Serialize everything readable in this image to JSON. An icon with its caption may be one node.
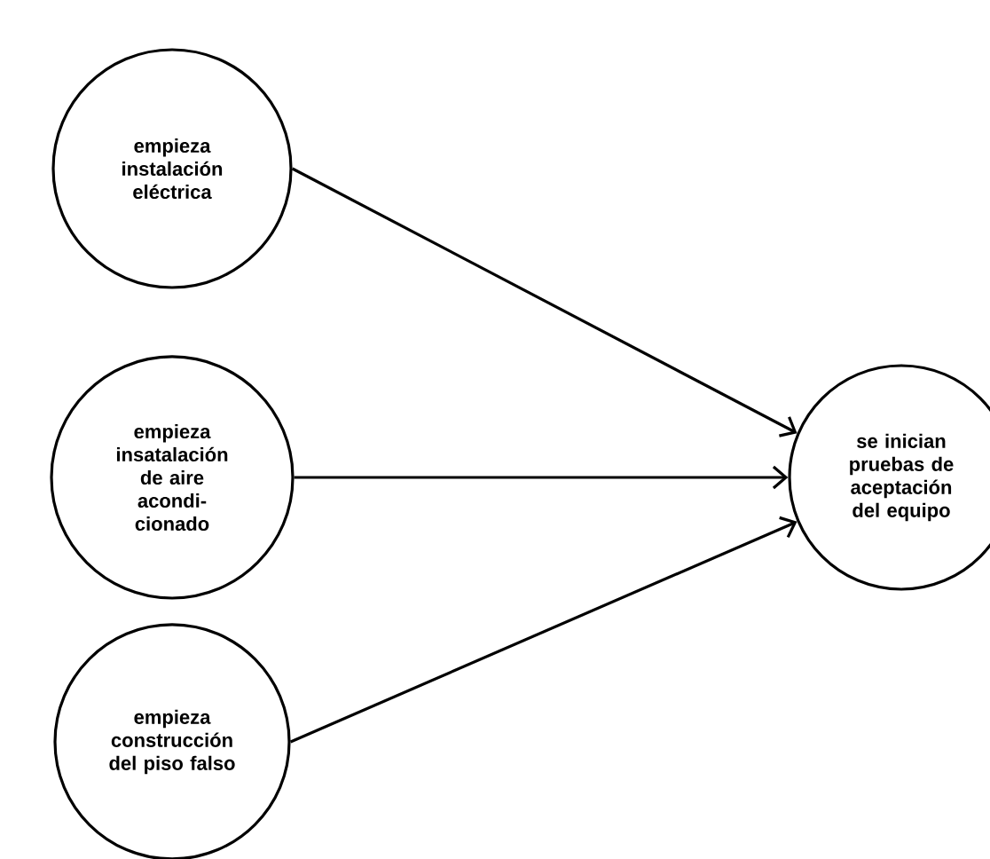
{
  "diagram": {
    "nodes": [
      {
        "text": [
          "empieza instalación eléctrica"
        ]
      },
      {
        "text": [
          "empieza insatalación de aire acondi- cionado"
        ]
      },
      {
        "text": [
          "empieza construcción del piso falso"
        ]
      },
      {
        "text": [
          "se inician pruebas de aceptación del equipo"
        ]
      }
    ],
    "edges": [
      {
        "from": 0,
        "to": 3,
        "arrow": "to"
      },
      {
        "from": 1,
        "to": 3,
        "arrow": "to"
      },
      {
        "from": 2,
        "to": 3,
        "arrow": "to"
      }
    ]
  }
}
